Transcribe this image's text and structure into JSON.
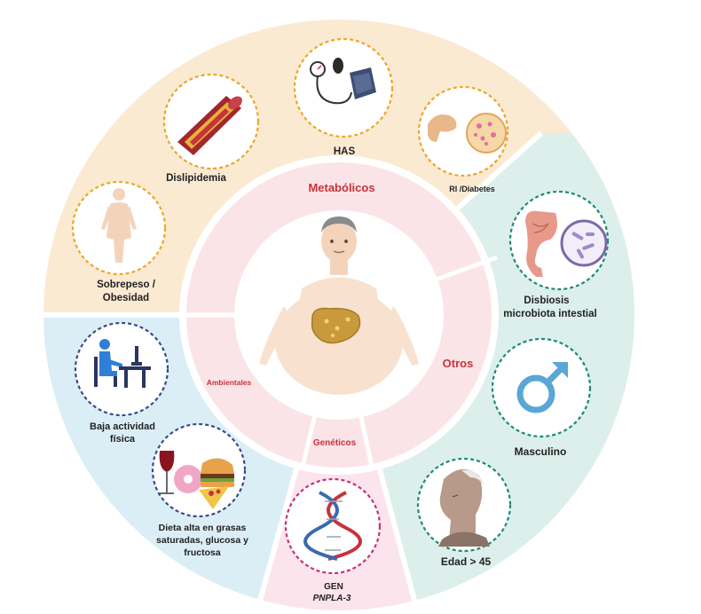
{
  "colors": {
    "metabolicos_bg": "#fbead2",
    "ambientales_bg": "#dbeef5",
    "otros_bg": "#dcefeb",
    "geneticos_bg": "#fbe4ec",
    "inner_ring": "#fbe4e7",
    "accent_red": "#c8323a",
    "dash_orange": "#e9a82a",
    "dash_navy": "#3a4a8a",
    "dash_teal": "#1e8a78",
    "dash_magenta": "#c8307a",
    "male_symbol": "#5aa6d6"
  },
  "sectors": {
    "metabolicos": "Metabólicos",
    "ambientales": "Ambientales",
    "geneticos": "Genéticos",
    "otros": "Otros"
  },
  "factors": {
    "sobrepeso_line1": "Sobrepeso /",
    "sobrepeso_line2": "Obesidad",
    "dislipidemia": "Dislipidemia",
    "has": "HAS",
    "ri_diabetes": "RI /Diabetes",
    "disbiosis_line1": "Disbiosis",
    "disbiosis_line2": "microbiota intestial",
    "masculino": "Masculino",
    "edad": "Edad > 45",
    "gen_line1": "GEN",
    "gen_line2": "PNPLA-3",
    "baja_line1": "Baja  actividad",
    "baja_line2": "física",
    "dieta_line1": "Dieta alta en grasas",
    "dieta_line2": "saturadas, glucosa y",
    "dieta_line3": "fructosa"
  },
  "icons": {
    "body": "human-body-icon",
    "artery": "artery-plaque-icon",
    "blood_pressure": "blood-pressure-monitor-icon",
    "pancreas": "pancreas-islet-icon",
    "intestine": "intestine-microbiota-icon",
    "male": "male-symbol-icon",
    "elderly": "elderly-man-icon",
    "dna": "dna-helix-icon",
    "desk": "person-at-desk-icon",
    "junk_food": "junk-food-wine-icon",
    "center": "obese-man-fatty-liver-icon"
  }
}
